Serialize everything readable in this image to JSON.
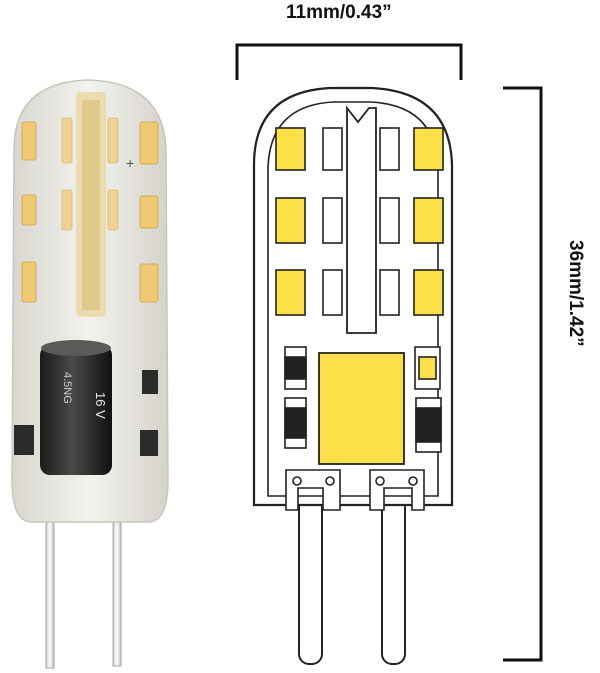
{
  "dimensions": {
    "width_label": "11mm/0.43”",
    "height_label": "36mm/1.42”"
  },
  "photo": {
    "capacitor_text": [
      "16 V",
      "4.5NG"
    ],
    "polarity_mark": "+"
  },
  "colors": {
    "led_yellow": "#fde047",
    "outline": "#222222",
    "silicone": "#eceae4"
  }
}
